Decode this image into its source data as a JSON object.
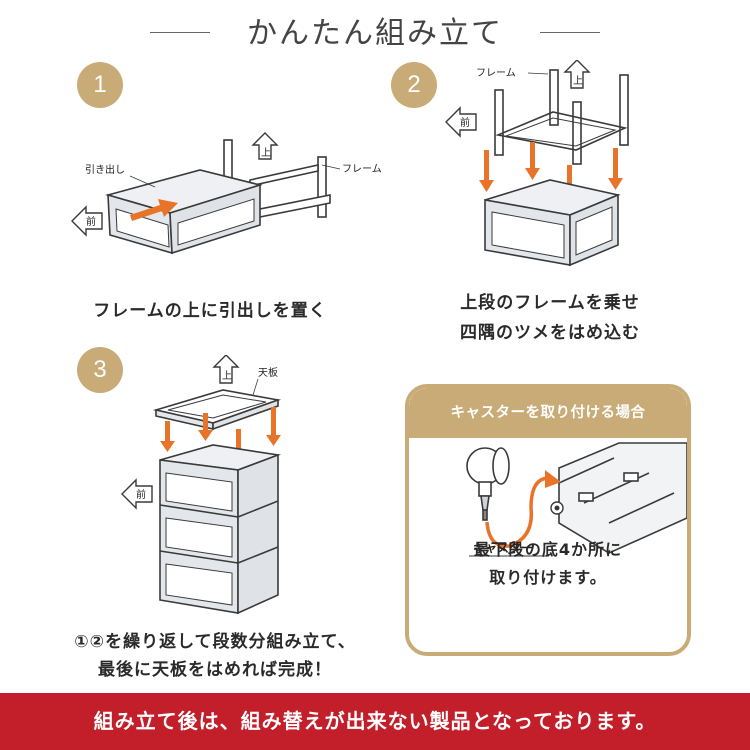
{
  "title": "かんたん組み立て",
  "steps": [
    {
      "number": "1",
      "caption_lines": [
        "フレームの上に引出しを置く"
      ],
      "labels": {
        "drawer": "引き出し",
        "frame": "フレーム",
        "up": "上",
        "front": "前"
      }
    },
    {
      "number": "2",
      "caption_lines": [
        "上段のフレームを乗せ",
        "四隅のツメをはめ込む"
      ],
      "labels": {
        "frame": "フレーム",
        "up": "上",
        "front": "前"
      }
    },
    {
      "number": "3",
      "caption_lines": [
        "①②を繰り返して段数分組み立て、",
        "最後に天板をはめれば完成！"
      ],
      "labels": {
        "top_board": "天板",
        "up": "上",
        "front": "前"
      }
    }
  ],
  "caster_box": {
    "heading": "キャスターを取り付ける場合",
    "caster_label": "キャスター",
    "caption_lines": [
      "最下段の底4か所に",
      "取り付けます。"
    ]
  },
  "footer": "組み立て後は、組み替えが出来ない製品となっております。",
  "colors": {
    "accent_gold": "#c8ab77",
    "footer_red": "#c21f2a",
    "arrow_orange": "#e8742a",
    "drawer_fill": "#e3e6ea",
    "outline": "#3a3a3a"
  }
}
